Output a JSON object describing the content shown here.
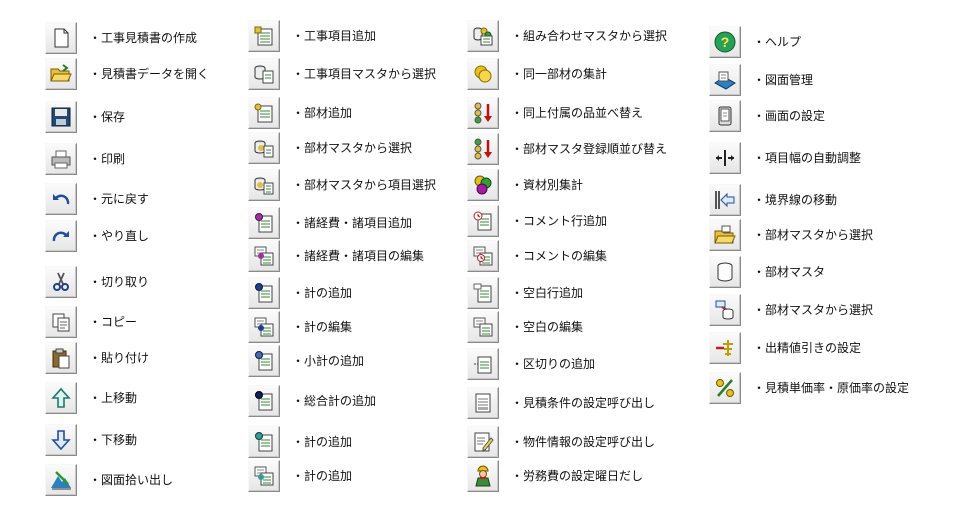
{
  "columns": [
    {
      "items": [
        {
          "id": "new-doc",
          "icon": "new-document-icon",
          "label": "・工事見積書の作成"
        },
        {
          "id": "open",
          "icon": "open-folder-icon",
          "label": "・見積書データを開く"
        },
        {
          "id": "save",
          "icon": "save-icon",
          "label": "・保存"
        },
        {
          "id": "print",
          "icon": "printer-icon",
          "label": "・印刷"
        },
        {
          "id": "undo",
          "icon": "undo-icon",
          "label": "・元に戻す"
        },
        {
          "id": "redo",
          "icon": "redo-icon",
          "label": "・やり直し"
        },
        {
          "id": "cut",
          "icon": "scissors-icon",
          "label": "・切り取り"
        },
        {
          "id": "copy",
          "icon": "copy-icon",
          "label": "・コピー"
        },
        {
          "id": "paste",
          "icon": "paste-icon",
          "label": "・貼り付け"
        },
        {
          "id": "move-up",
          "icon": "arrow-up-icon",
          "label": "・上移動"
        },
        {
          "id": "move-down",
          "icon": "arrow-down-icon",
          "label": "・下移動"
        },
        {
          "id": "drawing-takeoff",
          "icon": "drawing-takeoff-icon",
          "label": "・図面拾い出し"
        }
      ]
    },
    {
      "items": [
        {
          "id": "add-work-item",
          "icon": "add-work-item-icon",
          "label": "・工事項目追加"
        },
        {
          "id": "select-work-item-master",
          "icon": "work-item-master-icon",
          "label": "・工事項目マスタから選択"
        },
        {
          "id": "add-material",
          "icon": "add-material-icon",
          "label": "・部材追加"
        },
        {
          "id": "select-material-master",
          "icon": "material-master-select-icon",
          "label": "・部材マスタから選択"
        },
        {
          "id": "select-item-from-material-master",
          "icon": "material-master-item-select-icon",
          "label": "・部材マスタから項目選択"
        },
        {
          "id": "add-expense",
          "icon": "add-expense-icon",
          "label": "・諸経費・諸項目追加"
        },
        {
          "id": "edit-expense",
          "icon": "edit-expense-icon",
          "label": "・諸経費・諸項目の編集"
        },
        {
          "id": "add-total",
          "icon": "add-total-icon",
          "label": "・計の追加"
        },
        {
          "id": "edit-total",
          "icon": "edit-total-icon",
          "label": "・計の編集"
        },
        {
          "id": "add-subtotal",
          "icon": "add-subtotal-icon",
          "label": "・小計の追加"
        },
        {
          "id": "add-grand-total",
          "icon": "add-grand-total-icon",
          "label": "・総合計の追加"
        },
        {
          "id": "add-total-2",
          "icon": "add-total-alt-icon",
          "label": "・計の追加"
        },
        {
          "id": "add-total-3",
          "icon": "add-total-edit-alt-icon",
          "label": "・計の追加"
        }
      ]
    },
    {
      "items": [
        {
          "id": "select-combination-master",
          "icon": "combination-master-icon",
          "label": "・組み合わせマスタから選択"
        },
        {
          "id": "aggregate-same-material",
          "icon": "coins-icon",
          "label": "・同一部材の集計"
        },
        {
          "id": "sort-by-item",
          "icon": "traffic-light-sort-icon",
          "label": "・同上付属の品並べ替え"
        },
        {
          "id": "sort-by-registration",
          "icon": "traffic-light-sort-alt-icon",
          "label": "・部材マスタ登録順並び替え"
        },
        {
          "id": "aggregate-by-material",
          "icon": "colored-balls-icon",
          "label": "・資材別集計"
        },
        {
          "id": "add-comment",
          "icon": "add-comment-icon",
          "label": "・コメント行追加"
        },
        {
          "id": "edit-comment",
          "icon": "edit-comment-icon",
          "label": "・コメントの編集"
        },
        {
          "id": "add-blank-row",
          "icon": "add-blank-row-icon",
          "label": "・空白行追加"
        },
        {
          "id": "edit-blank",
          "icon": "edit-blank-icon",
          "label": "・空白の編集"
        },
        {
          "id": "add-separator",
          "icon": "add-separator-icon",
          "label": "・区切りの追加"
        },
        {
          "id": "estimate-conditions",
          "icon": "estimate-conditions-icon",
          "label": "・見積条件の設定呼び出し"
        },
        {
          "id": "property-info",
          "icon": "property-info-icon",
          "label": "・物件情報の設定呼び出し"
        },
        {
          "id": "labor-cost",
          "icon": "worker-icon",
          "label": "・労務費の設定曜日だし"
        }
      ]
    },
    {
      "items": [
        {
          "id": "help",
          "icon": "help-icon",
          "label": "・ヘルプ"
        },
        {
          "id": "drawing-management",
          "icon": "drawing-management-icon",
          "label": "・図面管理"
        },
        {
          "id": "screen-settings",
          "icon": "screen-settings-icon",
          "label": "・画面の設定"
        },
        {
          "id": "auto-column-width",
          "icon": "column-resize-icon",
          "label": "・項目幅の自動調整"
        },
        {
          "id": "move-border",
          "icon": "border-move-icon",
          "label": "・境界線の移動"
        },
        {
          "id": "select-from-material-master",
          "icon": "folder-open-master-icon",
          "label": "・部材マスタから選択"
        },
        {
          "id": "material-master",
          "icon": "database-icon",
          "label": "・部材マスタ"
        },
        {
          "id": "select-from-material-master-2",
          "icon": "database-select-icon",
          "label": "・部材マスタから選択"
        },
        {
          "id": "discount-settings",
          "icon": "discount-icon",
          "label": "・出精値引きの設定"
        },
        {
          "id": "unit-price-rate",
          "icon": "percent-icon",
          "label": "・見積単価率・原価率の設定"
        }
      ]
    }
  ]
}
